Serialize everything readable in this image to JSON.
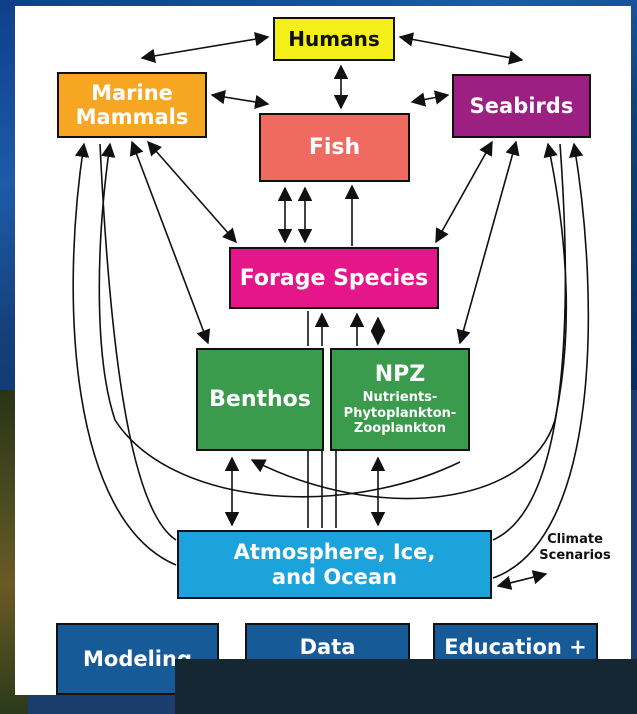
{
  "diagram": {
    "nodes": {
      "humans": "Humans",
      "marine_mammals": "Marine\nMammals",
      "seabirds": "Seabirds",
      "fish": "Fish",
      "forage_species": "Forage Species",
      "benthos": "Benthos",
      "npz_title": "NPZ",
      "npz_subtitle": "Nutrients-\nPhytoplankton-\nZooplankton",
      "atmosphere": "Atmosphere, Ice,\nand Ocean"
    },
    "climate_label": "Climate\nScenarios",
    "bottom_boxes": {
      "modeling": "Modeling",
      "data": "Data",
      "education": "Education +"
    },
    "colors": {
      "humans": "#f4ee1a",
      "marine_mammals": "#f6a623",
      "seabirds": "#9c1f82",
      "fish": "#ef6b62",
      "forage_species": "#e5158a",
      "benthos_npz": "#3b9b4d",
      "atmosphere": "#1ca3dc",
      "bottom_boxes": "#175a98"
    }
  }
}
